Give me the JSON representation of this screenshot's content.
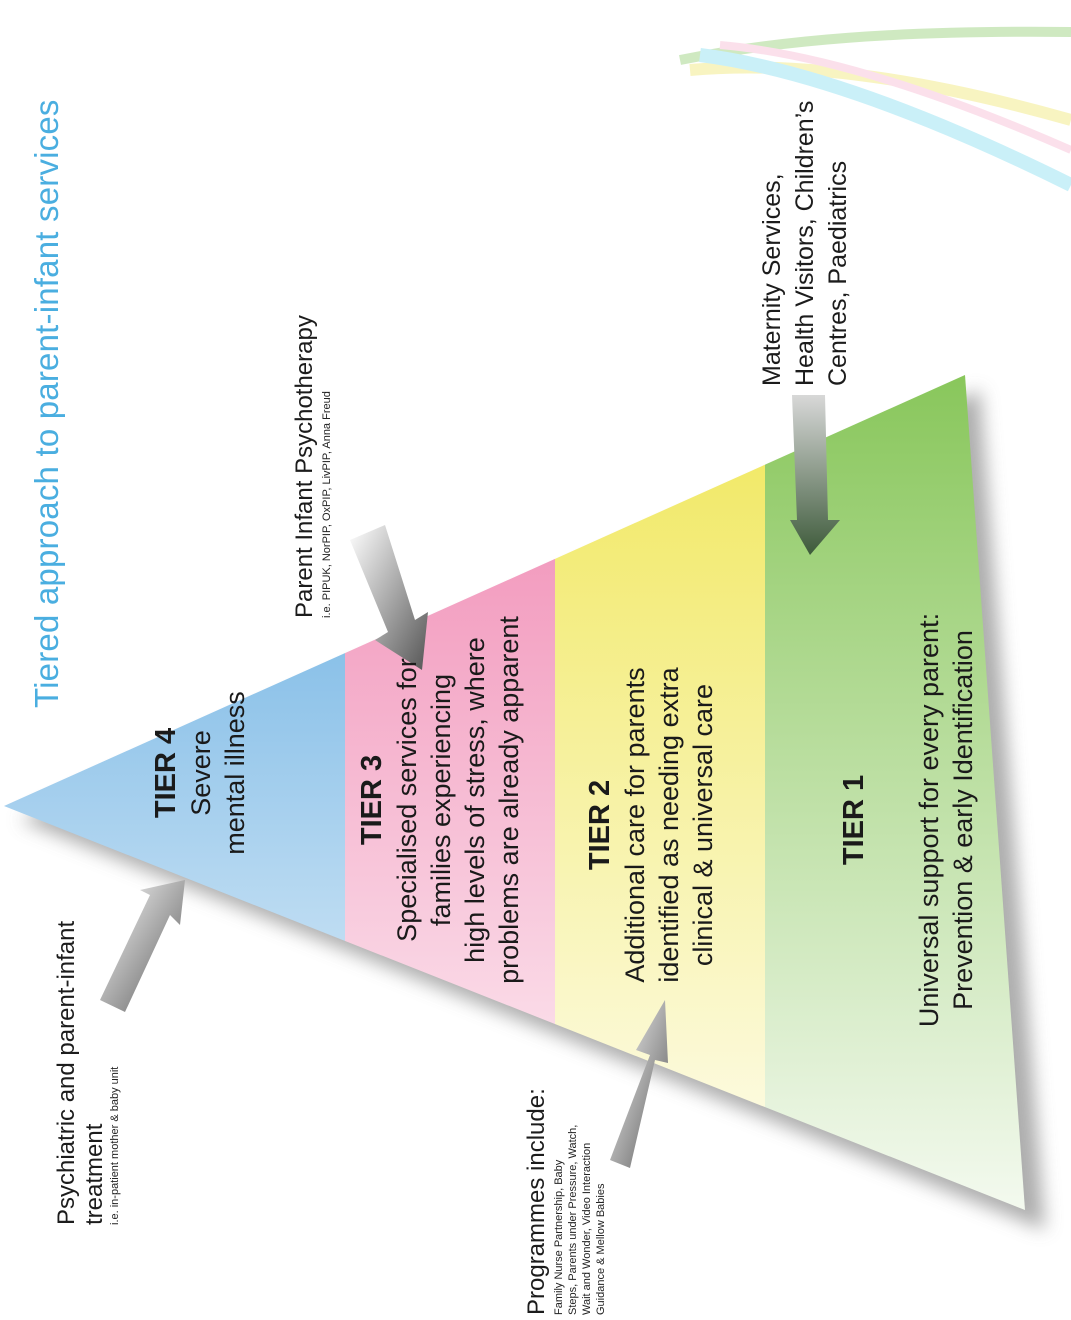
{
  "title": "Tiered approach to parent-infant services",
  "colors": {
    "tier4": "#5aa6dd",
    "tier3": "#ef86b0",
    "tier2": "#f0e860",
    "tier1": "#86c65a",
    "title": "#4aaee0",
    "arrow": "#8a8a8a"
  },
  "tiers": [
    {
      "id": "tier4",
      "name": "TIER 4",
      "lines": [
        "Severe",
        "mental illness"
      ]
    },
    {
      "id": "tier3",
      "name": "TIER 3",
      "lines": [
        "Specialised services for",
        "families experiencing",
        "high levels of stress, where",
        "problems are already apparent"
      ]
    },
    {
      "id": "tier2",
      "name": "TIER 2",
      "lines": [
        "Additional care for parents",
        "identified as needing extra",
        "clinical & universal care"
      ]
    },
    {
      "id": "tier1",
      "name": "TIER 1",
      "lines": [
        "Universal  support for every parent:",
        "Prevention & early Identification"
      ]
    }
  ],
  "side_labels": {
    "psychiatric": {
      "main": [
        "Psychiatric and parent-infant",
        "treatment"
      ],
      "sub": "i.e. in-patient mother & baby unit"
    },
    "programmes": {
      "main": "Programmes include:",
      "sub": [
        "Family Nurse Partnership, Baby",
        "Steps, Parents under Pressure, Watch,",
        "Wait and Wonder, Video Interaction",
        "Guidance & Mellow Babies"
      ]
    },
    "pip": {
      "main": "Parent Infant Psychotherapy",
      "sub": "i.e. PIPUK, NorPIP, OxPIP, LivPIP, Anna Freud"
    },
    "maternity": {
      "main": [
        "Maternity Services,",
        "Health Visitors, Children’s",
        "Centres, Paediatrics"
      ]
    }
  }
}
